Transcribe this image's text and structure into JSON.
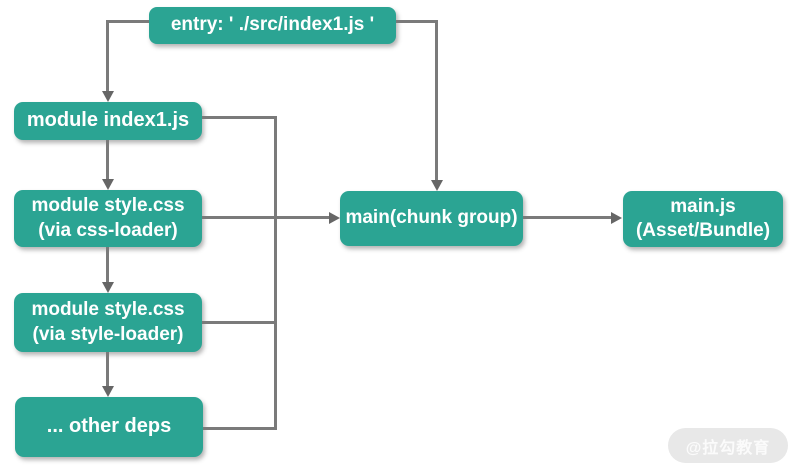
{
  "nodes": {
    "entry": {
      "label": "entry: ' ./src/index1.js '"
    },
    "module_index1": {
      "label": "module index1.js"
    },
    "module_css_loader": {
      "label": "module style.css\n(via css-loader)"
    },
    "module_style_loader": {
      "label": "module style.css\n(via style-loader)"
    },
    "other_deps": {
      "label": "... other deps"
    },
    "chunk_group": {
      "label": "main(chunk group)"
    },
    "asset_bundle": {
      "label": "main.js\n(Asset/Bundle)"
    }
  },
  "edges": [
    {
      "from": "entry",
      "to": "module_index1"
    },
    {
      "from": "entry",
      "to": "chunk_group"
    },
    {
      "from": "module_index1",
      "to": "module_css_loader"
    },
    {
      "from": "module_css_loader",
      "to": "module_style_loader"
    },
    {
      "from": "module_style_loader",
      "to": "other_deps"
    },
    {
      "from": "module_index1",
      "to": "chunk_group"
    },
    {
      "from": "module_css_loader",
      "to": "chunk_group"
    },
    {
      "from": "module_style_loader",
      "to": "chunk_group"
    },
    {
      "from": "other_deps",
      "to": "chunk_group"
    },
    {
      "from": "chunk_group",
      "to": "asset_bundle"
    }
  ],
  "colors": {
    "node_fill": "#2ba493",
    "node_text": "#ffffff",
    "connector": "#7a7a7a",
    "arrowhead": "#666666",
    "background": "#ffffff",
    "watermark_bg": "#e8e8e8",
    "watermark_text": "#fbfbfb"
  },
  "watermark": {
    "label": "@拉勾教育"
  }
}
